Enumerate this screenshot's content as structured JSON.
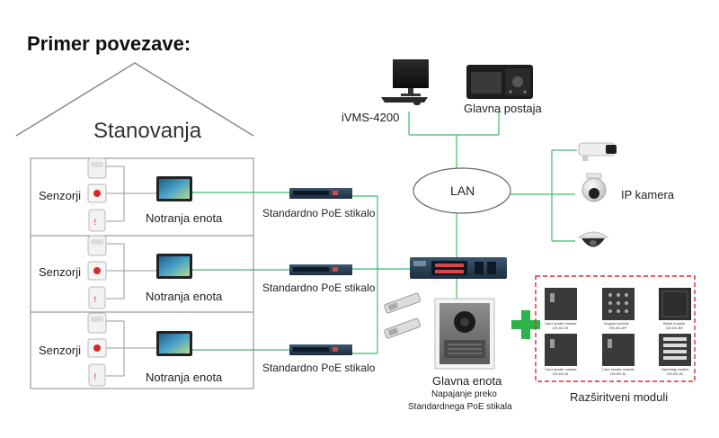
{
  "title": "Primer povezave:",
  "house": {
    "title": "Stanovanja",
    "floors": [
      {
        "sensors_label": "Senzorji",
        "panel_label": "Notranja enota",
        "switch_label": "Standardno PoE stikalo"
      },
      {
        "sensors_label": "Senzorji",
        "panel_label": "Notranja enota",
        "switch_label": "Standardno PoE stikalo"
      },
      {
        "sensors_label": "Senzorji",
        "panel_label": "Notranja enota",
        "switch_label": "Standardno PoE stikalo"
      }
    ]
  },
  "network": {
    "lan_label": "LAN",
    "pc_label": "iVMS-4200",
    "master_station_label": "Glavna postaja",
    "camera_label": "IP kamera"
  },
  "door_station": {
    "label": "Glavna enota",
    "sub_line1": "Napajanje preko",
    "sub_line2": "Standardnega PoE stikala"
  },
  "modules": {
    "label": "Razširitveni moduli",
    "items": [
      {
        "caption_line1": "Card reader module",
        "caption_line2": "DS-KD-M"
      },
      {
        "caption_line1": "Keypad module",
        "caption_line2": "DS-KD-KP"
      },
      {
        "caption_line1": "Blank module",
        "caption_line2": "DS-KD-BK"
      },
      {
        "caption_line1": "Card reader module",
        "caption_line2": "DS-KD-M"
      },
      {
        "caption_line1": "Card reader module",
        "caption_line2": "DS-KD-M"
      },
      {
        "caption_line1": "Nametag module",
        "caption_line2": "DS-KD-IN"
      }
    ]
  },
  "colors": {
    "link_line": "#3fba6b",
    "module_border": "#e0282e",
    "plus_sign": "#2eb34a"
  }
}
